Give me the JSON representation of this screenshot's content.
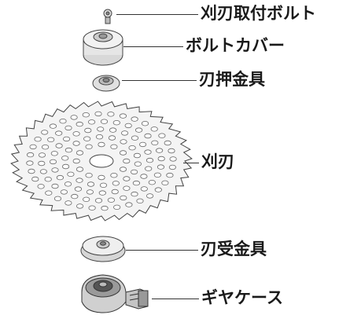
{
  "title": "",
  "parts": [
    {
      "id": "mount-bolt",
      "label": "刈刃取付ボルト"
    },
    {
      "id": "bolt-cover",
      "label": "ボルトカバー"
    },
    {
      "id": "blade-holder",
      "label": "刃押金具"
    },
    {
      "id": "blade",
      "label": "刈刃"
    },
    {
      "id": "blade-receiver",
      "label": "刃受金具"
    },
    {
      "id": "gear-case",
      "label": "ギヤケース"
    }
  ]
}
